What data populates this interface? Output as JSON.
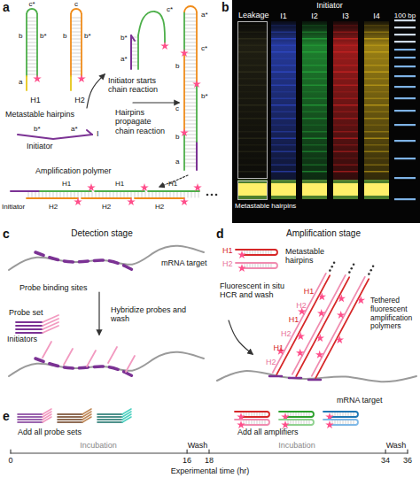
{
  "diagram": {
    "nodes": [
      {
        "text": [
          "Leakage"
        ]
      },
      {
        "text": [
          "Metastable hairpins"
        ]
      }
    ],
    "labels": [
      "a",
      "c*",
      "b",
      "b*",
      "a",
      "H1",
      "c",
      "b",
      "b*",
      "H2",
      "Metastable hairpins",
      "b*",
      "a*",
      "Initiator",
      "I",
      "Initiator starts chain reaction",
      "b*",
      "c*",
      "a*",
      "Hairpins propagate chain reaction",
      "a*",
      "c*",
      "b",
      "b*",
      "c",
      "b",
      "a",
      "Amplification polymer",
      "Initiator",
      "H1",
      "H2",
      "H1",
      "H2",
      "H1",
      "H2",
      "b",
      "Initiator",
      "I1",
      "I2",
      "I3",
      "I4",
      "100 bp",
      "c",
      "Detection stage",
      "mRNA target",
      "Probe binding sites",
      "Probe set",
      "Hybridize probes and wash",
      "Initiators",
      "d",
      "Amplification stage",
      "H1",
      "H2",
      "Metastable hairpins",
      "Fluorescent in situ HCR and wash",
      "H1",
      "H2",
      "H1",
      "H2",
      "H1",
      "H2",
      "Tethered fluorescent amplification polymers",
      "mRNA target",
      "e",
      "Add all probe sets",
      "Add all amplifiers",
      "Incubation",
      "Wash",
      "Incubation",
      "Wash",
      "0",
      "16",
      "18",
      "34",
      "36",
      "Experimental time (hr)"
    ]
  }
}
